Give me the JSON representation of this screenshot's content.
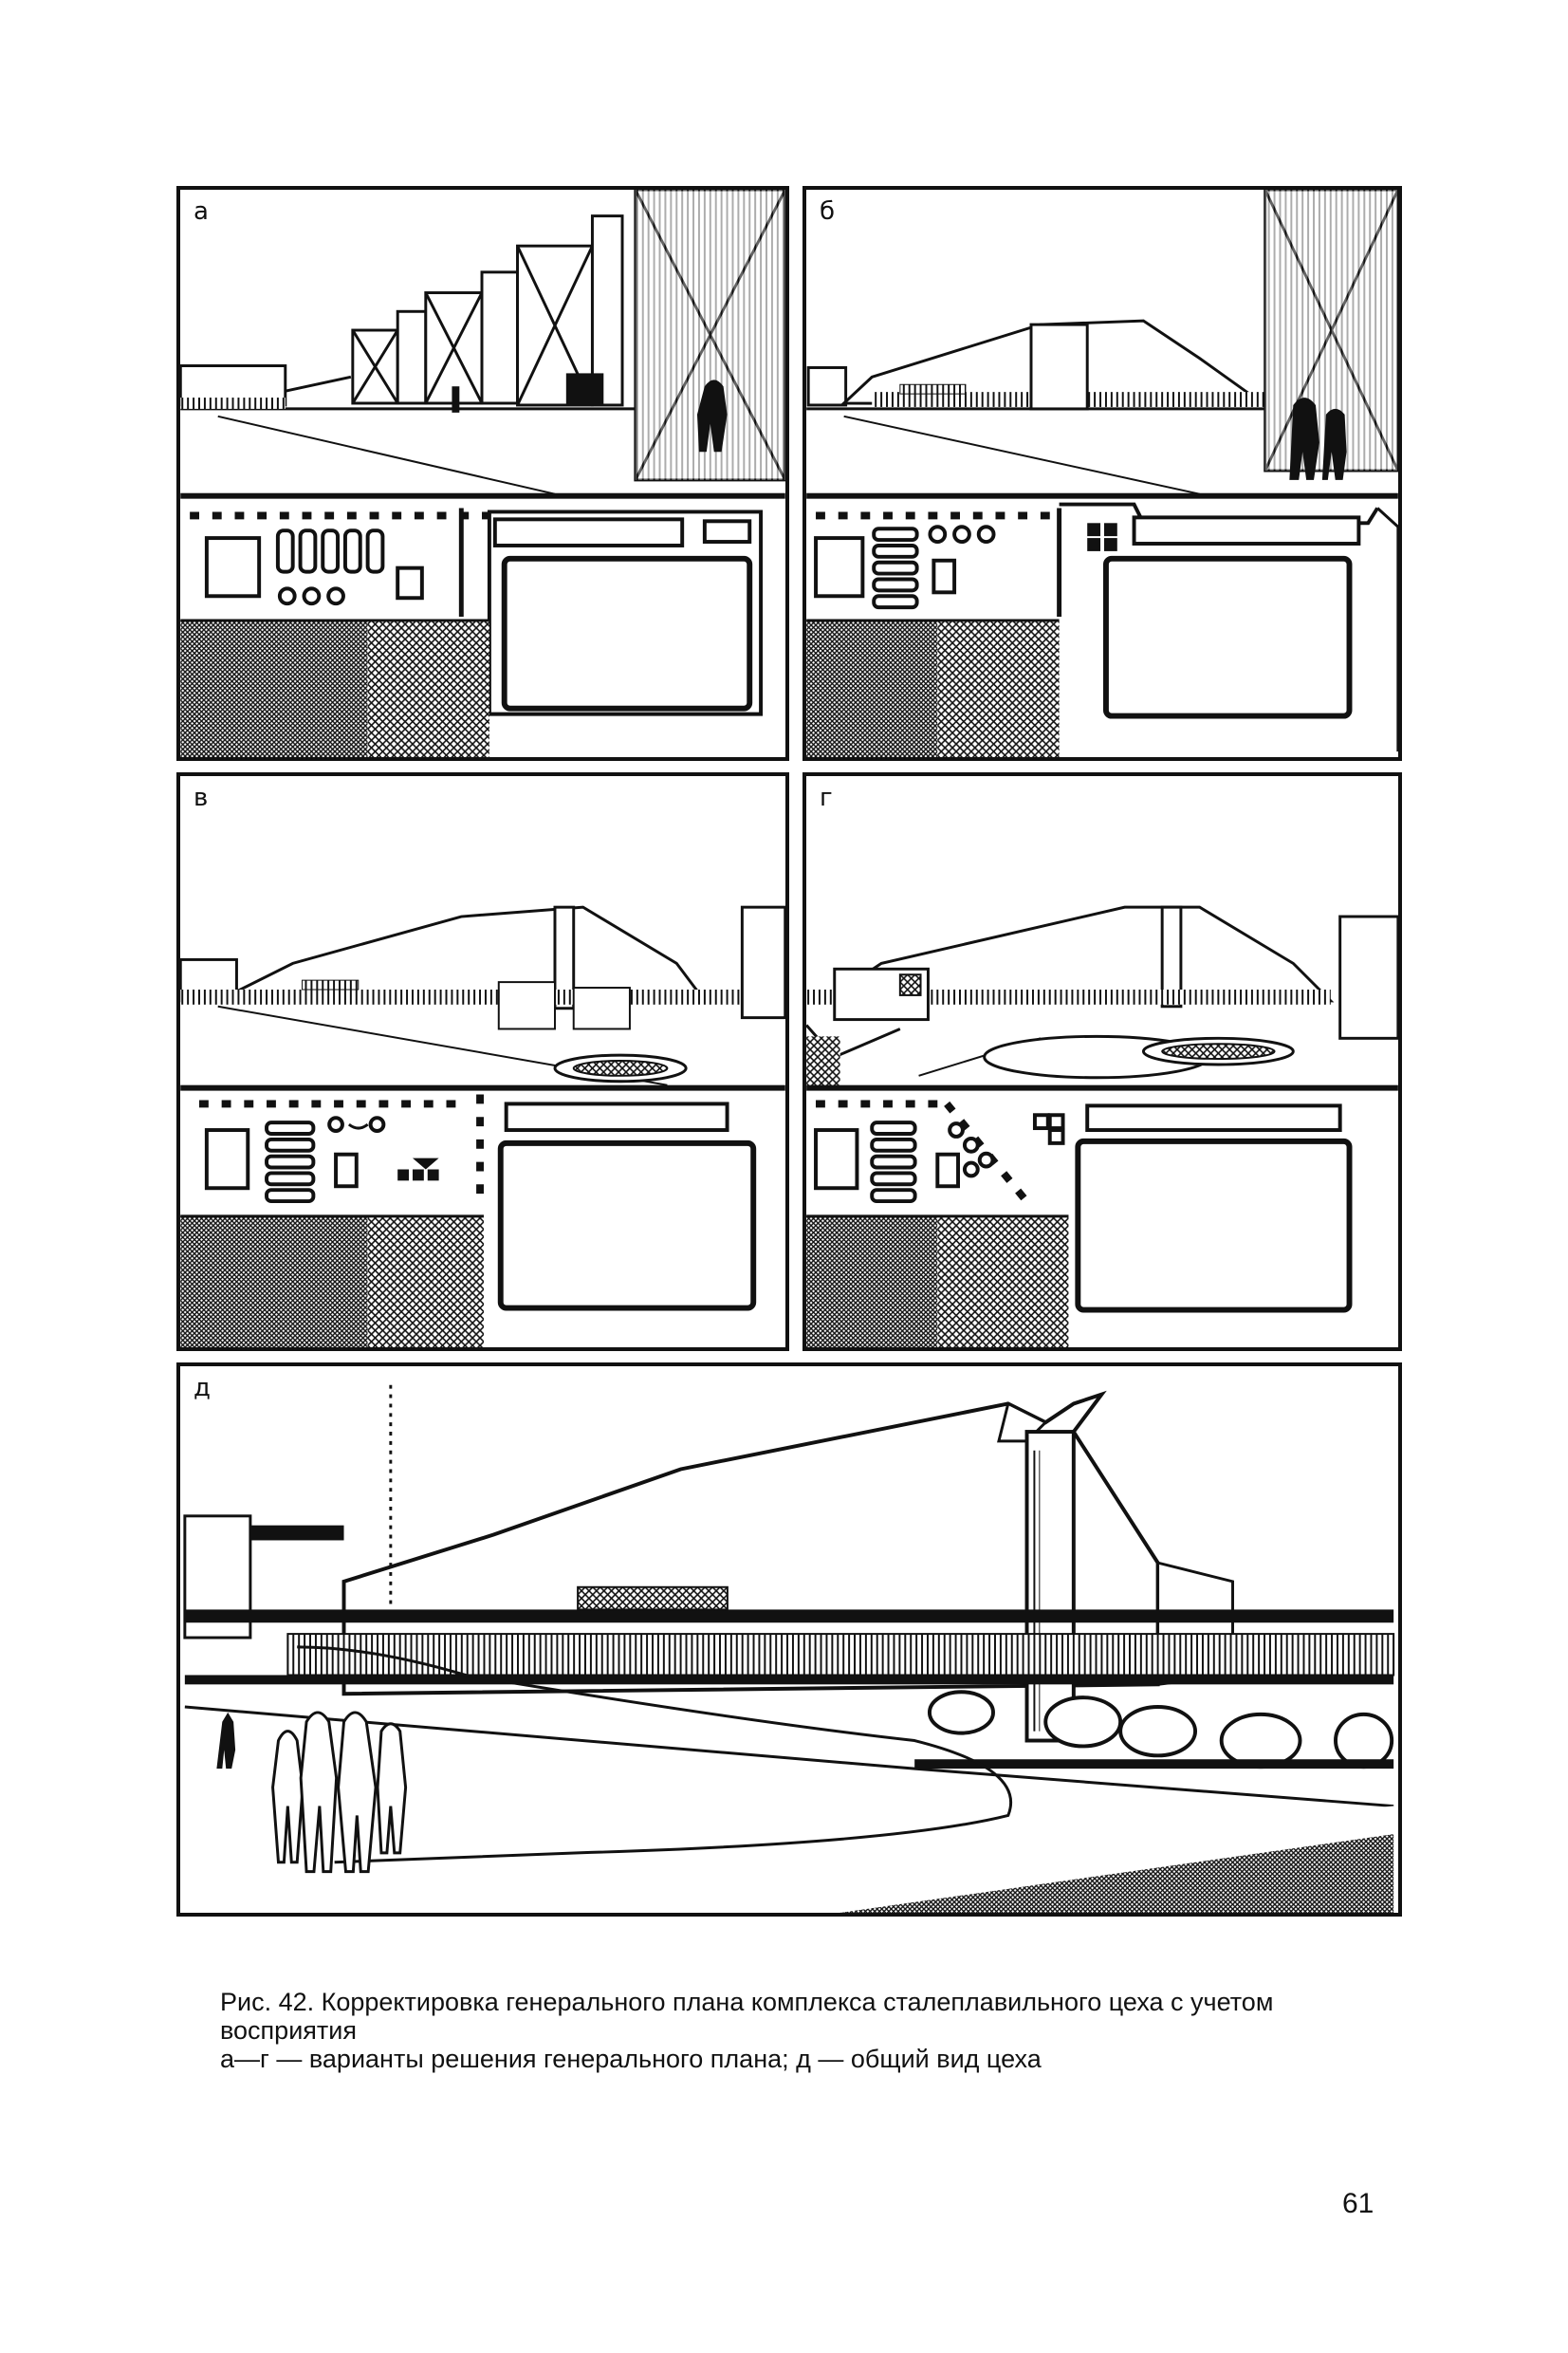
{
  "figure": {
    "panels": [
      {
        "id": "a",
        "label": "а"
      },
      {
        "id": "b",
        "label": "б"
      },
      {
        "id": "v",
        "label": "в"
      },
      {
        "id": "g",
        "label": "г"
      },
      {
        "id": "d",
        "label": "д"
      }
    ]
  },
  "caption": {
    "title": "Рис. 42. Корректировка генерального плана комплекса сталеплавильного цеха с учетом восприятия",
    "legend": "а—г — варианты решения генерального плана; д — общий вид цеха"
  },
  "page_number": "61",
  "colors": {
    "ink": "#111111",
    "paper": "#ffffff",
    "shade": "#bdbdbd"
  }
}
